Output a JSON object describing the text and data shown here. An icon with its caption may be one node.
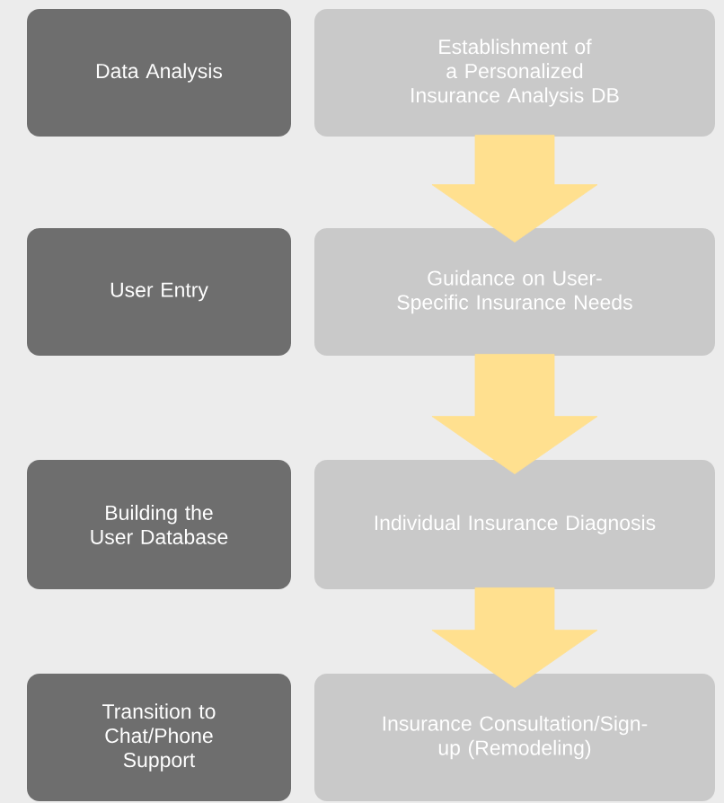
{
  "diagram": {
    "nodes": [
      {
        "text": [
          "Data Analysis"
        ]
      },
      {
        "text": [
          "Establishment of a Personalized Insurance Analysis DB"
        ]
      },
      {
        "text": [
          "User Entry"
        ]
      },
      {
        "text": [
          "Guidance on User-Specific Insurance Needs"
        ]
      },
      {
        "text": [
          "Building the User Database"
        ]
      },
      {
        "text": [
          "Individual Insurance Diagnosis"
        ]
      },
      {
        "text": [
          "Transition to Chat/Phone Support"
        ]
      },
      {
        "text": [
          "Insurance Consultation/Sign-up (Remodeling)"
        ]
      }
    ],
    "edges": [
      {
        "from": 1,
        "to": 3,
        "arrow": "to"
      },
      {
        "from": 3,
        "to": 5,
        "arrow": "to"
      },
      {
        "from": 5,
        "to": 7,
        "arrow": "to"
      }
    ]
  }
}
